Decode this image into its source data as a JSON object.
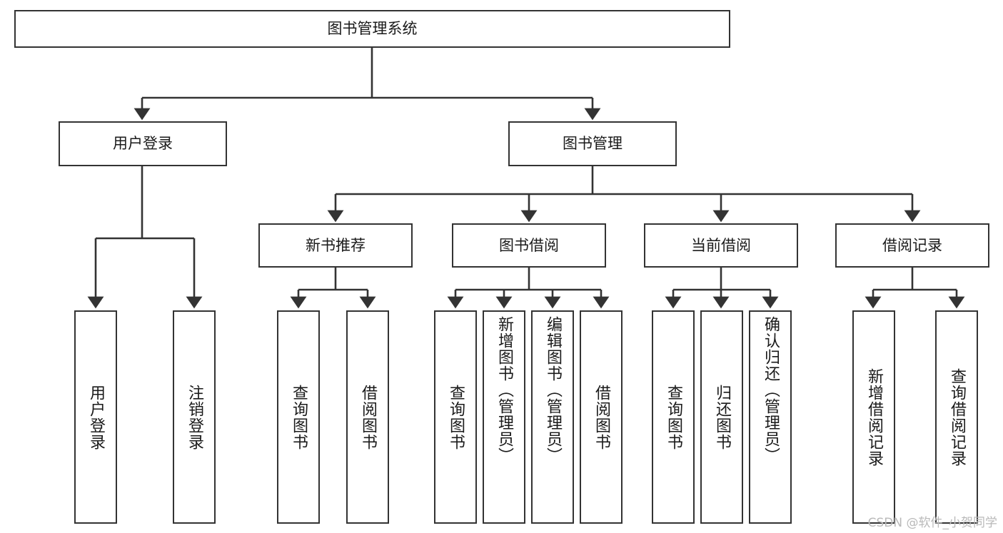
{
  "diagram": {
    "type": "tree-hierarchy",
    "title": "图书管理系统",
    "watermark": "CSDN @软件_小贺同学",
    "colors": {
      "box_border": "#333333",
      "box_fill": "#ffffff",
      "edge": "#333333",
      "text": "#1a1a1a",
      "watermark": "#b9b9b9",
      "background": "#ffffff"
    },
    "nodes": {
      "root": {
        "label": "图书管理系统",
        "level": 1
      },
      "l2": [
        {
          "id": "user_login",
          "label": "用户登录",
          "level": 2
        },
        {
          "id": "book_manage",
          "label": "图书管理",
          "level": 2
        }
      ],
      "l3": [
        {
          "id": "new_book_rec",
          "label": "新书推荐",
          "level": 3
        },
        {
          "id": "book_borrow",
          "label": "图书借阅",
          "level": 3
        },
        {
          "id": "current_borrow",
          "label": "当前借阅",
          "level": 3
        },
        {
          "id": "borrow_record",
          "label": "借阅记录",
          "level": 3
        }
      ],
      "leaves": [
        {
          "id": "leaf_user_login",
          "label": "用户登录",
          "parent": "user_login"
        },
        {
          "id": "leaf_logout",
          "label": "注销登录",
          "parent": "user_login"
        },
        {
          "id": "leaf_query_book_1",
          "label": "查询图书",
          "parent": "new_book_rec"
        },
        {
          "id": "leaf_borrow_book_1",
          "label": "借阅图书",
          "parent": "new_book_rec"
        },
        {
          "id": "leaf_query_book_2",
          "label": "查询图书",
          "parent": "book_borrow"
        },
        {
          "id": "leaf_add_book",
          "label": "新增图书（管理员）",
          "parent": "book_borrow"
        },
        {
          "id": "leaf_edit_book",
          "label": "编辑图书（管理员）",
          "parent": "book_borrow"
        },
        {
          "id": "leaf_borrow_book_2",
          "label": "借阅图书",
          "parent": "book_borrow"
        },
        {
          "id": "leaf_query_book_3",
          "label": "查询图书",
          "parent": "current_borrow"
        },
        {
          "id": "leaf_return_book",
          "label": "归还图书",
          "parent": "current_borrow"
        },
        {
          "id": "leaf_confirm_return",
          "label": "确认归还（管理员）",
          "parent": "current_borrow"
        },
        {
          "id": "leaf_add_record",
          "label": "新增借阅记录",
          "parent": "borrow_record"
        },
        {
          "id": "leaf_query_record",
          "label": "查询借阅记录",
          "parent": "borrow_record"
        }
      ]
    }
  }
}
